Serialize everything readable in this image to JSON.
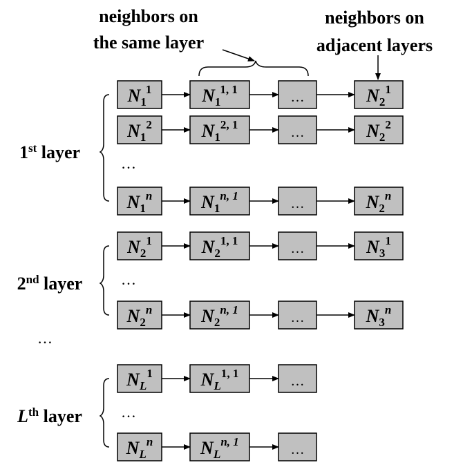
{
  "annotations": {
    "same_layer_line1": "neighbors on",
    "same_layer_line2": "the same layer",
    "adjacent_line1": "neighbors on",
    "adjacent_line2": "adjacent layers"
  },
  "layers": [
    {
      "label_base": "1",
      "label_sup": "st",
      "label_rest": " layer",
      "rows": [
        {
          "type": "nodes",
          "nodes": [
            {
              "base": "N",
              "sub": "1",
              "sup": "1"
            },
            {
              "base": "N",
              "sub": "1",
              "sup": "1, 1"
            },
            {
              "base": "…",
              "sub": "",
              "sup": ""
            },
            {
              "base": "N",
              "sub": "2",
              "sup": "1"
            }
          ]
        },
        {
          "type": "nodes",
          "nodes": [
            {
              "base": "N",
              "sub": "1",
              "sup": "2"
            },
            {
              "base": "N",
              "sub": "1",
              "sup": "2, 1"
            },
            {
              "base": "…",
              "sub": "",
              "sup": ""
            },
            {
              "base": "N",
              "sub": "2",
              "sup": "2"
            }
          ]
        },
        {
          "type": "ellipsis",
          "text": "…"
        },
        {
          "type": "nodes",
          "nodes": [
            {
              "base": "N",
              "sub": "1",
              "sup": "n"
            },
            {
              "base": "N",
              "sub": "1",
              "sup": "n, 1"
            },
            {
              "base": "…",
              "sub": "",
              "sup": ""
            },
            {
              "base": "N",
              "sub": "2",
              "sup": "n"
            }
          ]
        }
      ]
    },
    {
      "label_base": "2",
      "label_sup": "nd",
      "label_rest": " layer",
      "rows": [
        {
          "type": "nodes",
          "nodes": [
            {
              "base": "N",
              "sub": "2",
              "sup": "1"
            },
            {
              "base": "N",
              "sub": "2",
              "sup": "1, 1"
            },
            {
              "base": "…",
              "sub": "",
              "sup": ""
            },
            {
              "base": "N",
              "sub": "3",
              "sup": "1"
            }
          ]
        },
        {
          "type": "ellipsis",
          "text": "…"
        },
        {
          "type": "nodes",
          "nodes": [
            {
              "base": "N",
              "sub": "2",
              "sup": "n"
            },
            {
              "base": "N",
              "sub": "2",
              "sup": "n, 1"
            },
            {
              "base": "…",
              "sub": "",
              "sup": ""
            },
            {
              "base": "N",
              "sub": "3",
              "sup": "n"
            }
          ]
        }
      ]
    },
    {
      "label_base": "L",
      "label_sup": "th",
      "label_rest": " layer",
      "rows": [
        {
          "type": "nodes",
          "nodes": [
            {
              "base": "N",
              "sub": "L",
              "sup": "1"
            },
            {
              "base": "N",
              "sub": "L",
              "sup": "1, 1"
            },
            {
              "base": "…",
              "sub": "",
              "sup": ""
            }
          ]
        },
        {
          "type": "ellipsis",
          "text": "…"
        },
        {
          "type": "nodes",
          "nodes": [
            {
              "base": "N",
              "sub": "L",
              "sup": "n"
            },
            {
              "base": "N",
              "sub": "L",
              "sup": "n, 1"
            },
            {
              "base": "…",
              "sub": "",
              "sup": ""
            }
          ]
        }
      ]
    }
  ],
  "between_layers_ellipsis": "…",
  "colors": {
    "box_fill": "#c0c0c0",
    "box_stroke": "#000000",
    "text": "#000000",
    "background": "#ffffff"
  }
}
